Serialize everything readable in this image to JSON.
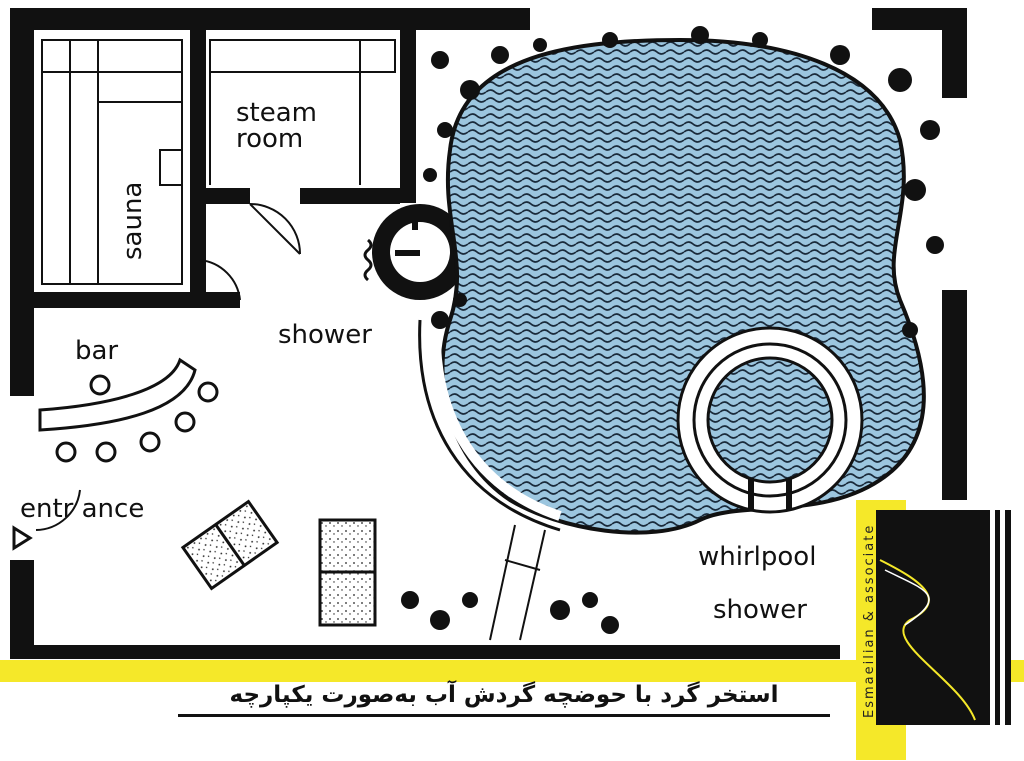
{
  "labels": {
    "steam_room_line1": "steam",
    "steam_room_line2": "room",
    "sauna": "sauna",
    "shower_center": "shower",
    "bar": "bar",
    "entrance": "entr ance",
    "whirlpool": "whirlpool",
    "shower_bottom": "shower"
  },
  "caption": "استخر گرد با حوضچه گردش آب به‌صورت یکپارچه",
  "brand": {
    "name": "Esmaeilian & associate"
  },
  "colors": {
    "water": "#8fbcd8",
    "wall": "#111111",
    "accent_yellow": "#f5e829",
    "paper": "#ffffff"
  }
}
